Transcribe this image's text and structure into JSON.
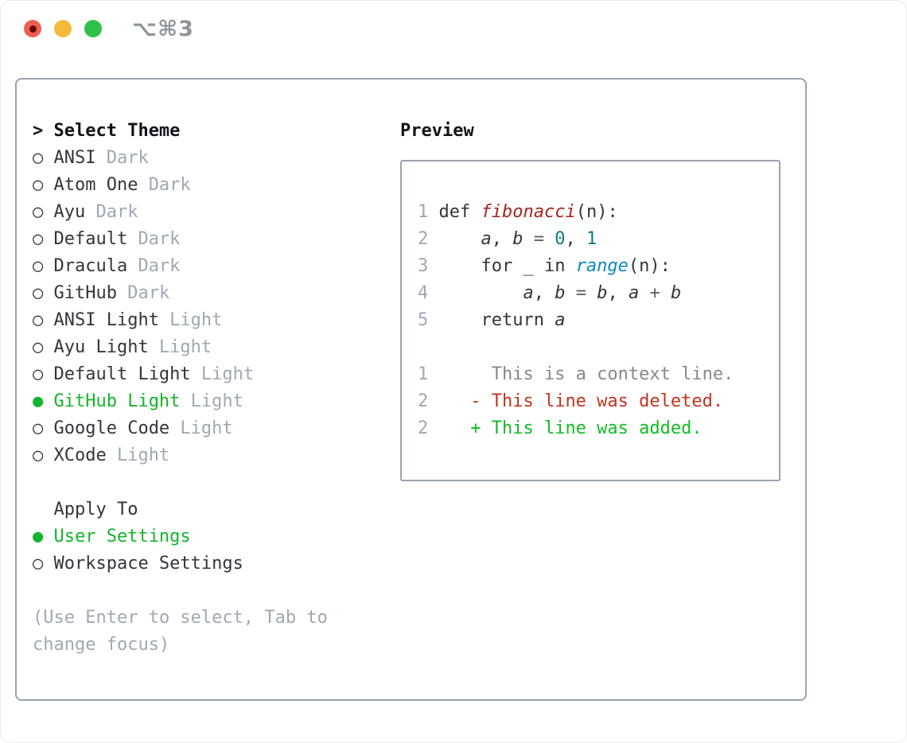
{
  "window": {
    "shortcut_label": "⌥⌘3"
  },
  "colors": {
    "fg": "#31363d",
    "heading": "#101418",
    "muted": "#9fa8b4",
    "ctx": "#85898f",
    "accent": "#16b42c",
    "added": "#13bb27",
    "deleted": "#c2331d",
    "fnred": "#a5251c",
    "numteal": "#0e7d7a",
    "callblue": "#0e86c5",
    "op": "#5a626b",
    "linenum": "#9fa8b4",
    "border": "#9ba3ae",
    "titlegray": "#8e949c",
    "lightred": "#ef5f51",
    "lightreddot": "#6a0b05",
    "lightyellow": "#f3ba3d",
    "lightgreen": "#31c14a"
  },
  "theme_panel": {
    "header_prefix": ">",
    "header_label": "Select Theme",
    "items": [
      {
        "bullet": "○",
        "name": "ANSI",
        "variant": "Dark",
        "selected": false
      },
      {
        "bullet": "○",
        "name": "Atom One",
        "variant": "Dark",
        "selected": false
      },
      {
        "bullet": "○",
        "name": "Ayu",
        "variant": "Dark",
        "selected": false
      },
      {
        "bullet": "○",
        "name": "Default",
        "variant": "Dark",
        "selected": false
      },
      {
        "bullet": "○",
        "name": "Dracula",
        "variant": "Dark",
        "selected": false
      },
      {
        "bullet": "○",
        "name": "GitHub",
        "variant": "Dark",
        "selected": false
      },
      {
        "bullet": "○",
        "name": "ANSI Light",
        "variant": "Light",
        "selected": false
      },
      {
        "bullet": "○",
        "name": "Ayu Light",
        "variant": "Light",
        "selected": false
      },
      {
        "bullet": "○",
        "name": "Default Light",
        "variant": "Light",
        "selected": false
      },
      {
        "bullet": "●",
        "name": "GitHub Light",
        "variant": "Light",
        "selected": true
      },
      {
        "bullet": "○",
        "name": "Google Code",
        "variant": "Light",
        "selected": false
      },
      {
        "bullet": "○",
        "name": "XCode",
        "variant": "Light",
        "selected": false
      }
    ],
    "apply_to": {
      "header": "Apply To",
      "options": [
        {
          "bullet": "●",
          "label": "User Settings",
          "selected": true
        },
        {
          "bullet": "○",
          "label": "Workspace Settings",
          "selected": false
        }
      ]
    },
    "hint_line1": "(Use Enter to select, Tab to",
    "hint_line2": "change focus)"
  },
  "preview": {
    "title": "Preview",
    "lines": [
      [
        {
          "t": "1 ",
          "c": "ln"
        },
        {
          "t": "def ",
          "c": "fg"
        },
        {
          "t": "fibonacci",
          "c": "fn"
        },
        {
          "t": "(n):",
          "c": "fg"
        }
      ],
      [
        {
          "t": "2 ",
          "c": "ln"
        },
        {
          "t": "    ",
          "c": "fg"
        },
        {
          "t": "a",
          "c": "var"
        },
        {
          "t": ", ",
          "c": "fg"
        },
        {
          "t": "b",
          "c": "var"
        },
        {
          "t": " ",
          "c": "fg"
        },
        {
          "t": "=",
          "c": "op"
        },
        {
          "t": " ",
          "c": "fg"
        },
        {
          "t": "0",
          "c": "num"
        },
        {
          "t": ", ",
          "c": "fg"
        },
        {
          "t": "1",
          "c": "num"
        }
      ],
      [
        {
          "t": "3 ",
          "c": "ln"
        },
        {
          "t": "    for _ in ",
          "c": "fg"
        },
        {
          "t": "range",
          "c": "call"
        },
        {
          "t": "(n):",
          "c": "fg"
        }
      ],
      [
        {
          "t": "4 ",
          "c": "ln"
        },
        {
          "t": "        ",
          "c": "fg"
        },
        {
          "t": "a",
          "c": "var"
        },
        {
          "t": ", ",
          "c": "fg"
        },
        {
          "t": "b",
          "c": "var"
        },
        {
          "t": " ",
          "c": "fg"
        },
        {
          "t": "=",
          "c": "op"
        },
        {
          "t": " ",
          "c": "fg"
        },
        {
          "t": "b",
          "c": "var"
        },
        {
          "t": ", ",
          "c": "fg"
        },
        {
          "t": "a",
          "c": "var"
        },
        {
          "t": " ",
          "c": "fg"
        },
        {
          "t": "+",
          "c": "op"
        },
        {
          "t": " ",
          "c": "fg"
        },
        {
          "t": "b",
          "c": "var"
        }
      ],
      [
        {
          "t": "5 ",
          "c": "ln"
        },
        {
          "t": "    return ",
          "c": "fg"
        },
        {
          "t": "a",
          "c": "var"
        }
      ],
      [],
      [
        {
          "t": "1",
          "c": "ln"
        },
        {
          "t": "      This is a context line.",
          "c": "ctx"
        }
      ],
      [
        {
          "t": "2",
          "c": "ln"
        },
        {
          "t": "    ",
          "c": "fg"
        },
        {
          "t": "- This line was deleted.",
          "c": "del"
        }
      ],
      [
        {
          "t": "2",
          "c": "ln"
        },
        {
          "t": "    ",
          "c": "fg"
        },
        {
          "t": "+ This line was added.",
          "c": "add"
        }
      ]
    ]
  }
}
